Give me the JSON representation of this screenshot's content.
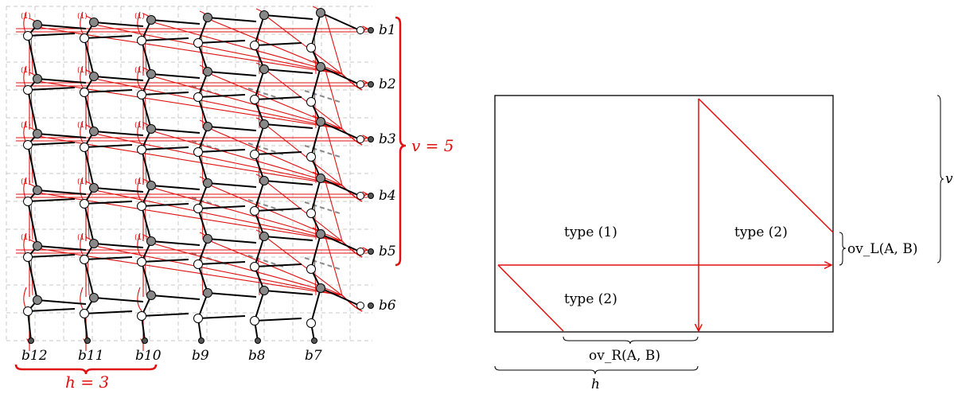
{
  "left_figure": {
    "boundary_labels_right": [
      "b1",
      "b2",
      "b3",
      "b4",
      "b5",
      "b6"
    ],
    "boundary_labels_bottom": [
      "b12",
      "b11",
      "b10",
      "b9",
      "b8",
      "b7"
    ],
    "path_tag": "(1)",
    "v_label": "v = 5",
    "h_label": "h = 3",
    "colors": {
      "path": "#e01010",
      "edge": "#000000",
      "grid": "#c8c8c8",
      "dashed_edge": "#888888",
      "gray_node": "#888888"
    }
  },
  "right_figure": {
    "region_labels": [
      "type (1)",
      "type (2)",
      "type (2)"
    ],
    "ov_left_label": "ov_L(A, B)",
    "ov_right_label": "ov_R(A, B)",
    "h_label": "h",
    "v_label": "v"
  }
}
